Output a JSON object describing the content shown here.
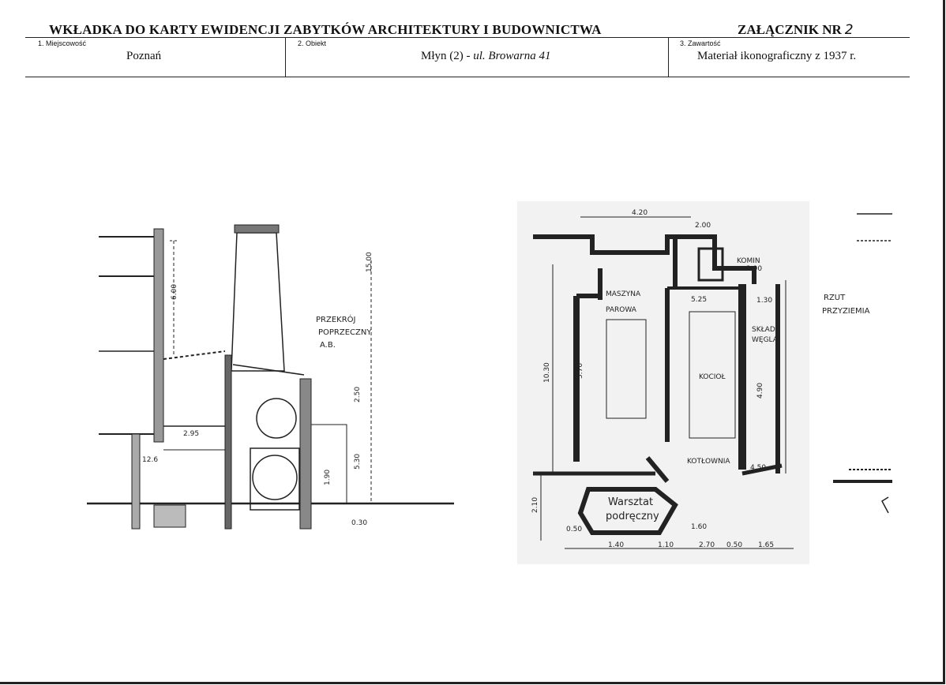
{
  "header": {
    "title": "WKŁADKA DO KARTY EWIDENCJI ZABYTKÓW ARCHITEKTURY I BUDOWNICTWA",
    "annex_label": "ZAŁĄCZNIK NR",
    "annex_number": "2"
  },
  "fields": {
    "locality": {
      "label": "1. Miejscowość",
      "value": "Poznań"
    },
    "object": {
      "label": "2. Obiekt",
      "value_plain": "Młyn (2) - ",
      "value_italic": "ul. Browarna 41"
    },
    "contents": {
      "label": "3. Zawartość",
      "value": "Materiał ikonograficzny z 1937 r."
    }
  },
  "section_drawing": {
    "labels": [
      "PRZEKRÓJ",
      "POPRZECZNY",
      "A.B."
    ],
    "dims": [
      "6.00",
      "15.00",
      "2.95",
      "12.6",
      "2.50",
      "1.90",
      "5.30",
      "0.30"
    ]
  },
  "plan_drawing": {
    "title": [
      "RZUT",
      "PRZYZIEMIA"
    ],
    "rooms": [
      "MASZYNA",
      "PAROWA",
      "KOMIN",
      "SKŁAD",
      "WĘGLA",
      "KOCIOŁ",
      "KOTŁOWNIA",
      "Warsztat",
      "podręczny"
    ],
    "dims": [
      "4.20",
      "2.00",
      "2.90",
      "5.25",
      "1.30",
      "10.30",
      "5.70",
      "4.90",
      "4.50",
      "1.60",
      "1.10",
      "2.70",
      "1.65",
      "2.10",
      "0.50",
      "1.40",
      "0.50"
    ]
  }
}
